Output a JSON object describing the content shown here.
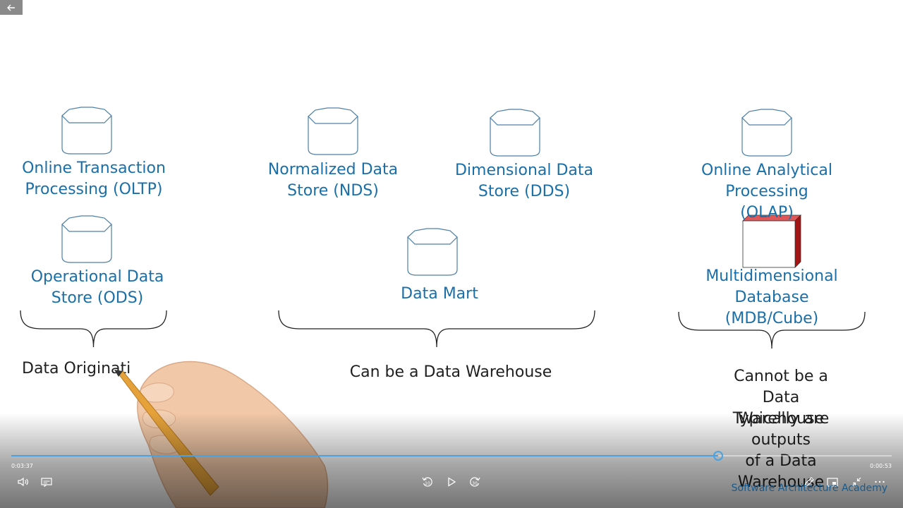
{
  "diagram": {
    "nodes": [
      {
        "id": "oltp",
        "label": "Online Transaction\nProcessing (OLTP)",
        "shape": "cylinder"
      },
      {
        "id": "ods",
        "label": "Operational Data\nStore (ODS)",
        "shape": "cylinder"
      },
      {
        "id": "nds",
        "label": "Normalized Data\nStore (NDS)",
        "shape": "cylinder"
      },
      {
        "id": "dds",
        "label": "Dimensional Data\nStore (DDS)",
        "shape": "cylinder"
      },
      {
        "id": "mart",
        "label": "Data Mart",
        "shape": "cylinder"
      },
      {
        "id": "olap",
        "label": "Online Analytical\nProcessing (OLAP)",
        "shape": "cylinder"
      },
      {
        "id": "mdb",
        "label": "Multidimensional\nDatabase (MDB/Cube)",
        "shape": "cube"
      }
    ],
    "groups": [
      {
        "id": "origination",
        "caption": "Data Originati"
      },
      {
        "id": "warehouse",
        "caption": "Can be a Data Warehouse"
      },
      {
        "id": "not-warehouse",
        "caption": "Cannot be a Data Warehouse"
      }
    ],
    "note": "Typically are outputs\nof a Data Warehouse",
    "colors": {
      "label": "#1a6fa8",
      "cylinder_stroke": "#4d7fa6",
      "cube_top": "#e0575a",
      "cube_side": "#a31414",
      "brace": "#222222"
    }
  },
  "player": {
    "elapsed": "0:03:37",
    "remaining": "0:00:53",
    "progress": 0.8025,
    "brand": "Software Architecture Academy",
    "icons": {
      "back": "arrow-left-icon",
      "volume": "volume-icon",
      "captions": "captions-icon",
      "rewind": "rewind-10-icon",
      "play": "play-icon",
      "forward": "forward-30-icon",
      "draw": "pen-icon",
      "pip": "picture-in-picture-icon",
      "exit_fullscreen": "exit-fullscreen-icon",
      "more": "more-icon"
    }
  }
}
